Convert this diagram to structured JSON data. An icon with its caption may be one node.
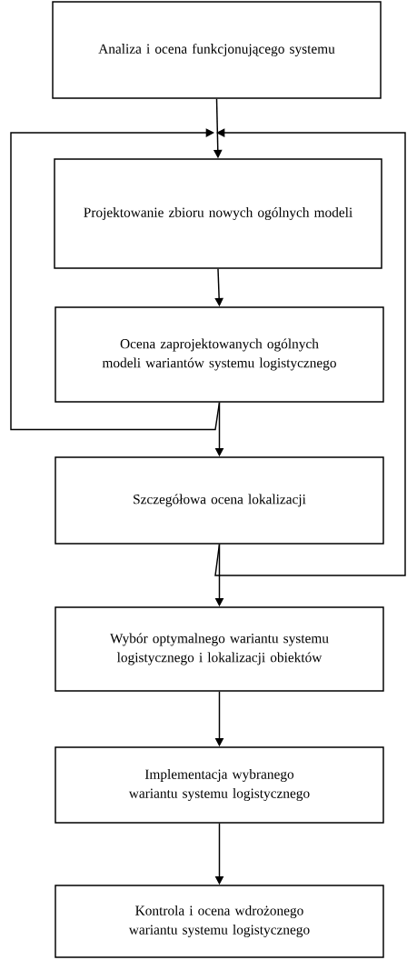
{
  "diagram": {
    "nodes": [
      {
        "text": [
          "Analiza i ocena funkcjonującego systemu"
        ]
      },
      {
        "text": [
          "Projektowanie zbioru nowych ogólnych modeli"
        ]
      },
      {
        "text": [
          "Ocena zaprojektowanych ogólnych modeli wariantów systemu logistycznego"
        ]
      },
      {
        "text": [
          "Szczegółowa ocena lokalizacji"
        ]
      },
      {
        "text": [
          "Wybór optymalnego wariantu systemu logistycznego i lokalizacji obiektów"
        ]
      },
      {
        "text": [
          "Implementacja wybranego wariantu systemu logistycznego"
        ]
      },
      {
        "text": [
          "Kontrola i ocena wdrożonego wariantu systemu logistycznego"
        ]
      }
    ],
    "edges": [
      {
        "from": 0,
        "to": 1,
        "arrow": "to"
      },
      {
        "from": 2,
        "to": 1,
        "arrow": "to"
      },
      {
        "from": 3,
        "to": 1,
        "arrow": "to"
      },
      {
        "from": 1,
        "to": 2,
        "arrow": "to"
      },
      {
        "from": 2,
        "to": 3,
        "arrow": "to"
      },
      {
        "from": 3,
        "to": 4,
        "arrow": "to"
      },
      {
        "from": 4,
        "to": 5,
        "arrow": "to"
      },
      {
        "from": 5,
        "to": 6,
        "arrow": "to"
      }
    ]
  }
}
